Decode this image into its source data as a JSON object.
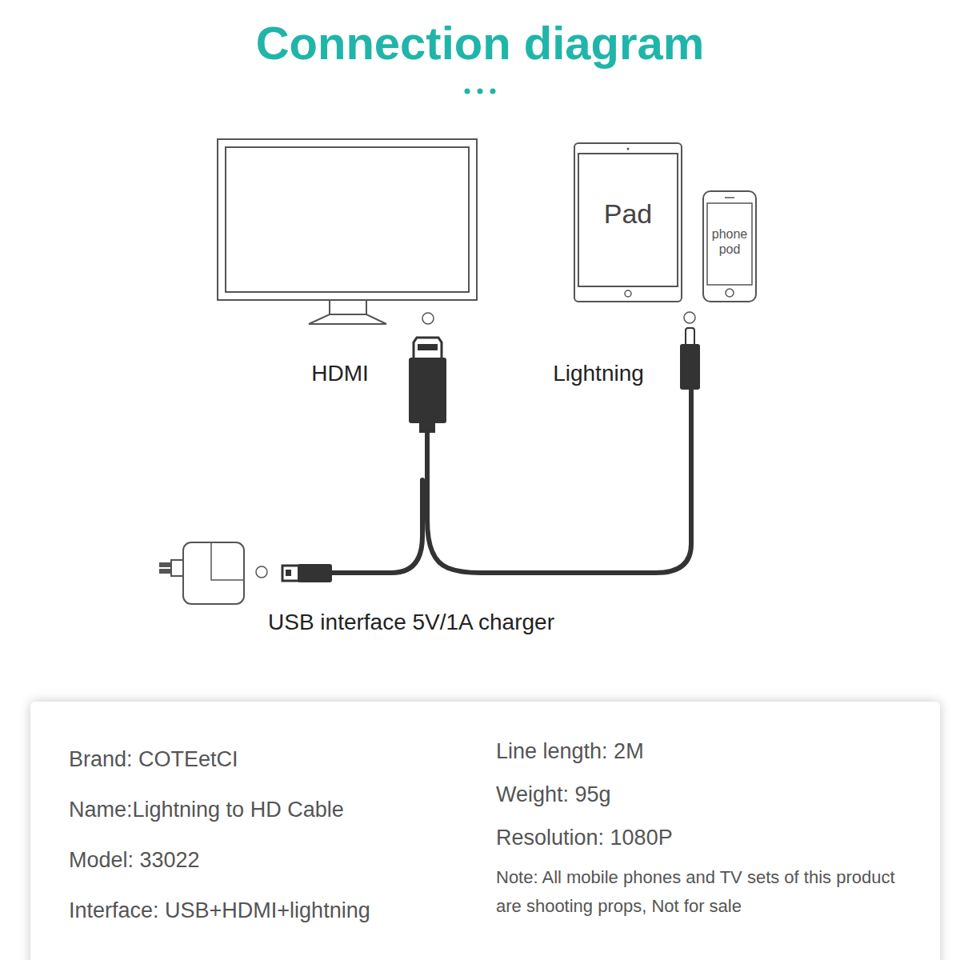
{
  "diagram": {
    "title": "Connection diagram",
    "nodes": [
      {
        "text": [
          "Pad"
        ]
      },
      {
        "text": [
          "phone pod"
        ]
      },
      {
        "text": [
          "Brand: COTEetCI",
          "Name:Lightning to HD Cable",
          "Model: 33022",
          "Interface: USB+HDMI+lightning",
          "Line length: 2M",
          "Weight: 95g",
          "Resolution: 1080P",
          "Note: All mobile phones and TV sets of this product are shooting props, Not for sale"
        ]
      }
    ],
    "labels": [
      "HDMI",
      "Lightning",
      "USB interface 5V/1A charger"
    ]
  }
}
